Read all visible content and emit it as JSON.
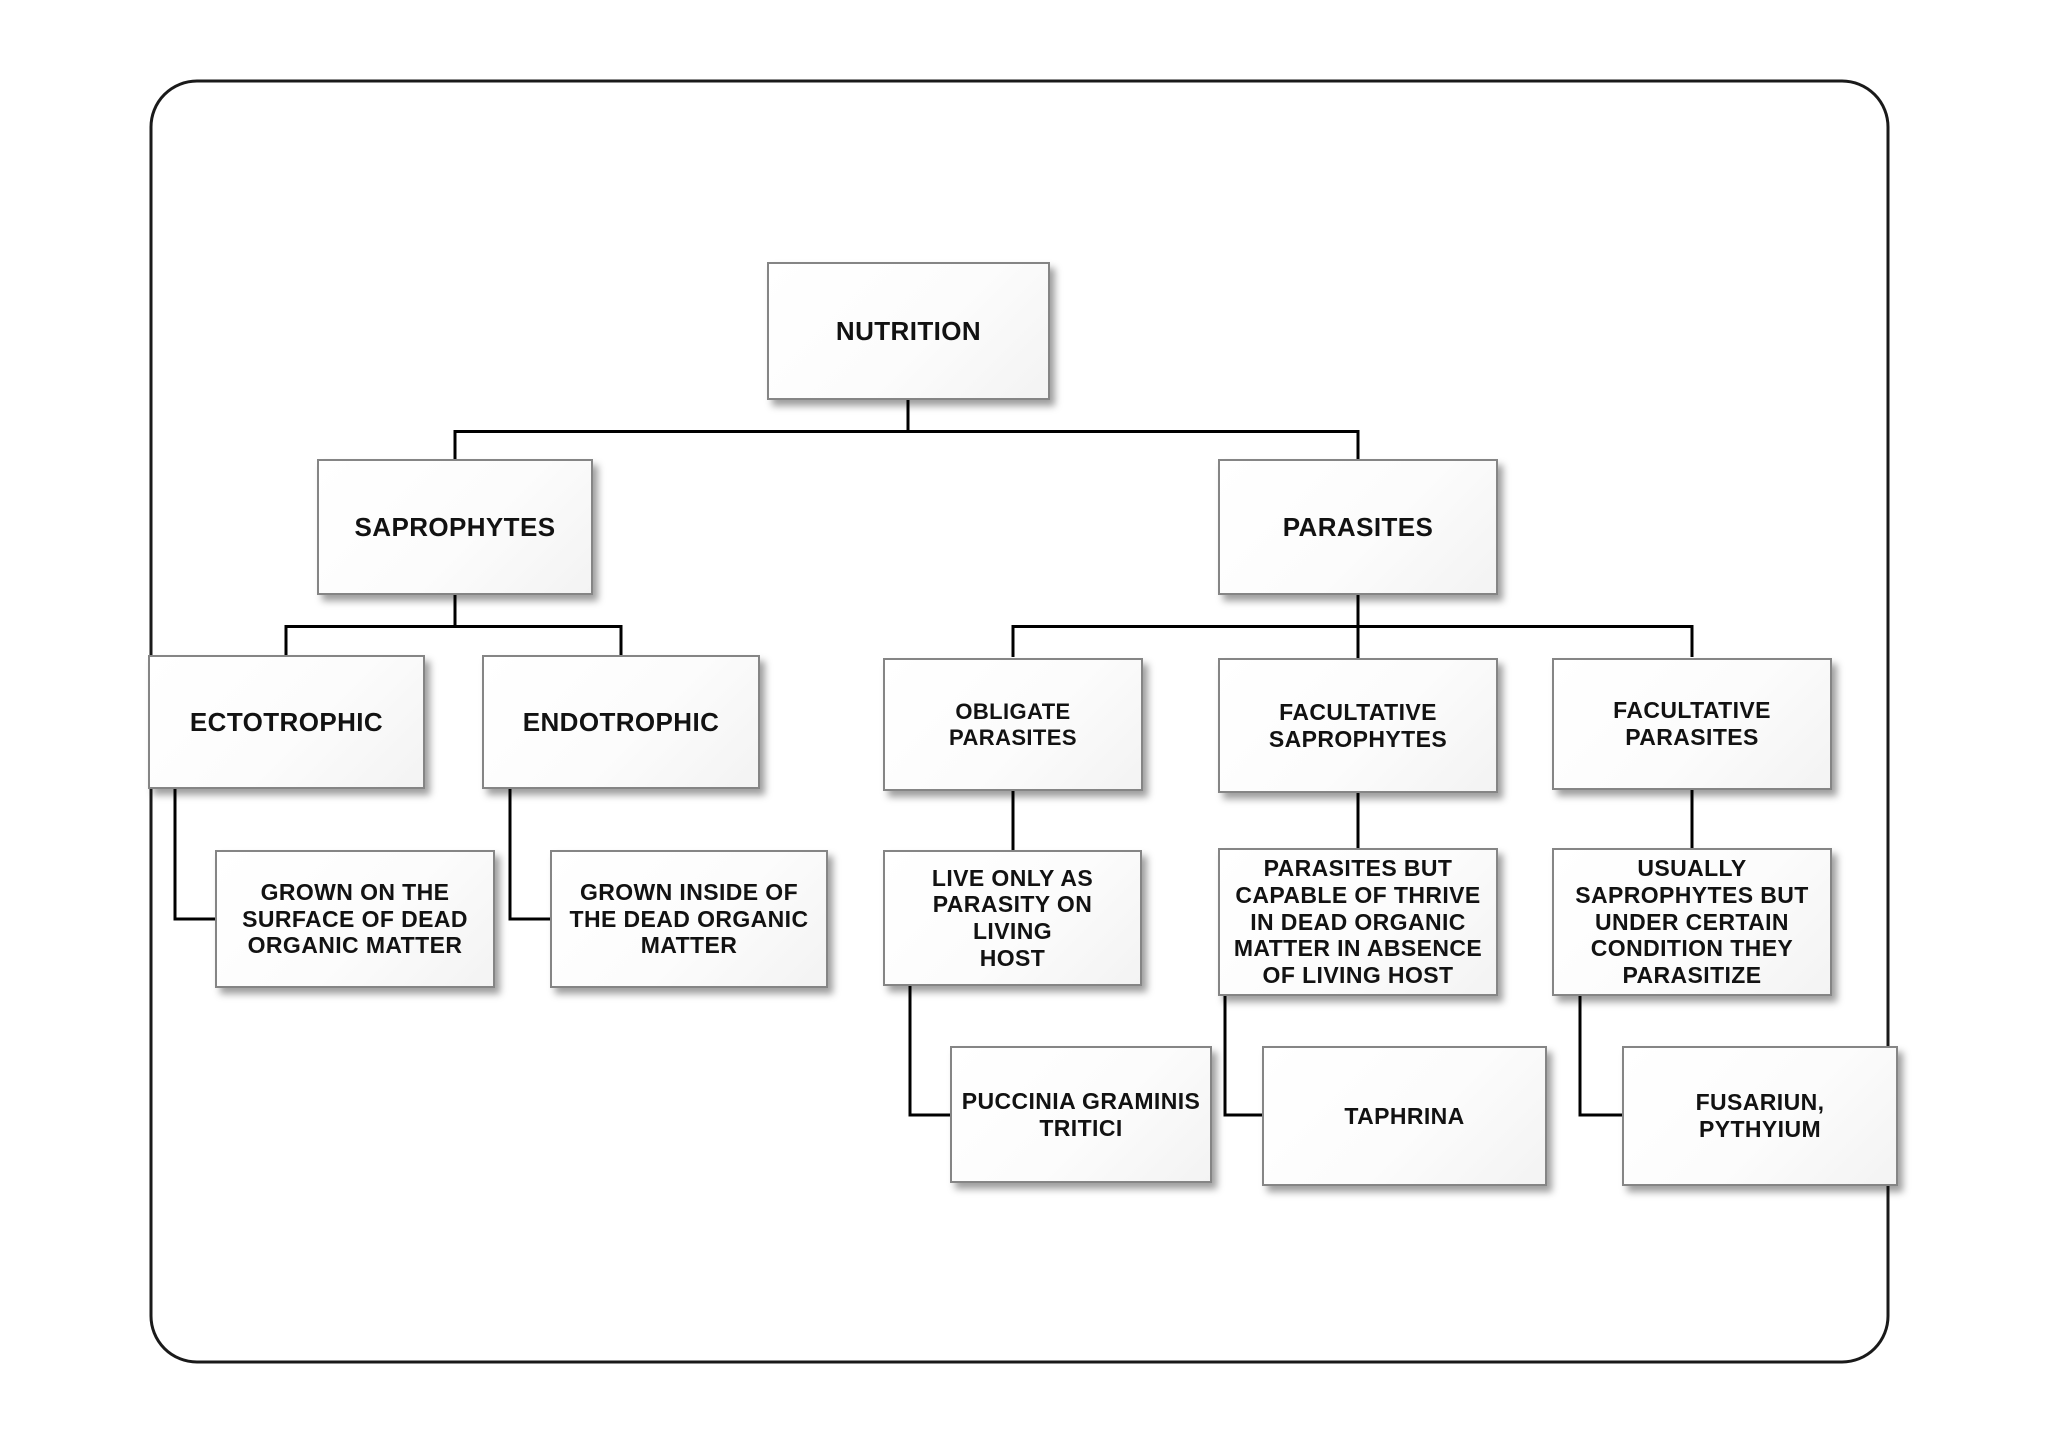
{
  "diagram": {
    "type": "hierarchy-flowchart",
    "root": "NUTRITION",
    "colors": {
      "background": "#ffffff",
      "box_fill": "#fcfcfc",
      "box_border": "#858585",
      "connector": "#000000",
      "outer_border": "#1a1a1a",
      "text": "#121212"
    }
  },
  "nodes": {
    "nutrition": {
      "label": "NUTRITION",
      "level": 1
    },
    "saprophytes": {
      "label": "SAPROPHYTES",
      "level": 2
    },
    "parasites": {
      "label": "PARASITES",
      "level": 2
    },
    "ectotrophic": {
      "label": "ECTOTROPHIC",
      "level": 3
    },
    "endotrophic": {
      "label": "ENDOTROPHIC",
      "level": 3
    },
    "obligate_parasites": {
      "label": "OBLIGATE PARASITES",
      "level": 3
    },
    "facultative_saprophytes": {
      "label": "FACULTATIVE\nSAPROPHYTES",
      "level": 3
    },
    "facultative_parasites": {
      "label": "FACULTATIVE\nPARASITES",
      "level": 3
    },
    "grown_on_surface": {
      "label": "GROWN ON THE\nSURFACE OF DEAD\nORGANIC MATTER",
      "level": 4
    },
    "grown_inside": {
      "label": "GROWN  INSIDE OF\nTHE DEAD ORGANIC\nMATTER",
      "level": 4
    },
    "live_only": {
      "label": "LIVE ONLY AS\nPARASITY ON LIVING\nHOST",
      "level": 4
    },
    "parasites_but": {
      "label": "PARASITES BUT\nCAPABLE OF THRIVE\nIN DEAD ORGANIC\nMATTER IN ABSENCE\nOF LIVING HOST",
      "level": 4
    },
    "usually_saprophytes": {
      "label": "USUALLY\nSAPROPHYTES BUT\nUNDER CERTAIN\nCONDITION THEY\nPARASITIZE",
      "level": 4
    },
    "puccinia": {
      "label": "PUCCINIA GRAMINIS\nTRITICI",
      "level": 5
    },
    "taphrina": {
      "label": "TAPHRINA",
      "level": 5
    },
    "fusariun": {
      "label": "FUSARIUN,\nPYTHYIUM",
      "level": 5
    }
  },
  "edges": [
    {
      "from": "NUTRITION",
      "to": "SAPROPHYTES"
    },
    {
      "from": "NUTRITION",
      "to": "PARASITES"
    },
    {
      "from": "SAPROPHYTES",
      "to": "ECTOTROPHIC"
    },
    {
      "from": "SAPROPHYTES",
      "to": "ENDOTROPHIC"
    },
    {
      "from": "PARASITES",
      "to": "OBLIGATE PARASITES"
    },
    {
      "from": "PARASITES",
      "to": "FACULTATIVE SAPROPHYTES"
    },
    {
      "from": "PARASITES",
      "to": "FACULTATIVE PARASITES"
    },
    {
      "from": "ECTOTROPHIC",
      "to": "GROWN ON THE SURFACE OF DEAD ORGANIC MATTER"
    },
    {
      "from": "ENDOTROPHIC",
      "to": "GROWN  INSIDE OF THE DEAD ORGANIC MATTER"
    },
    {
      "from": "OBLIGATE PARASITES",
      "to": "LIVE ONLY AS PARASITY ON LIVING HOST"
    },
    {
      "from": "FACULTATIVE SAPROPHYTES",
      "to": "PARASITES BUT CAPABLE OF THRIVE IN DEAD ORGANIC MATTER IN ABSENCE OF LIVING HOST"
    },
    {
      "from": "FACULTATIVE PARASITES",
      "to": "USUALLY SAPROPHYTES BUT UNDER CERTAIN CONDITION THEY PARASITIZE"
    },
    {
      "from": "LIVE ONLY AS PARASITY ON LIVING HOST",
      "to": "PUCCINIA GRAMINIS TRITICI"
    },
    {
      "from": "PARASITES BUT CAPABLE OF THRIVE IN DEAD ORGANIC MATTER IN ABSENCE OF LIVING HOST",
      "to": "TAPHRINA"
    },
    {
      "from": "USUALLY SAPROPHYTES BUT UNDER CERTAIN CONDITION THEY PARASITIZE",
      "to": "FUSARIUN, PYTHYIUM"
    }
  ]
}
